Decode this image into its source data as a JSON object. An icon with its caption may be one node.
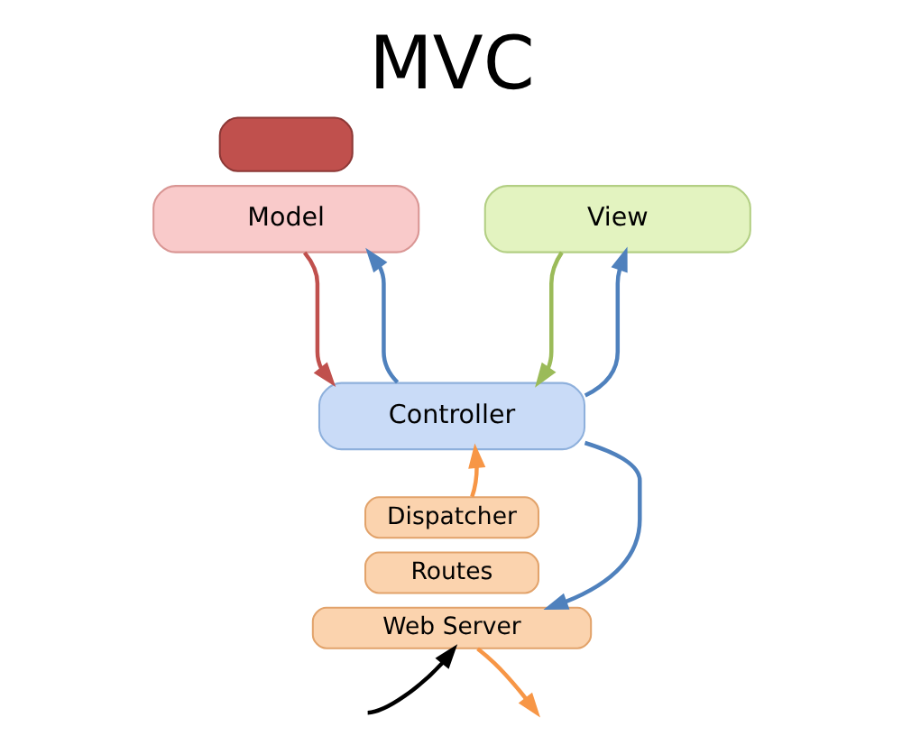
{
  "diagram": {
    "title": "MVC",
    "nodes": [
      {
        "text": [],
        "shape": "box"
      },
      {
        "text": [
          "Model"
        ]
      },
      {
        "text": [
          "View"
        ]
      },
      {
        "text": [
          "Controller"
        ]
      },
      {
        "text": [
          "Dispatcher"
        ]
      },
      {
        "text": [
          "Routes"
        ]
      },
      {
        "text": [
          "Web Server"
        ]
      }
    ],
    "edges": [
      {
        "from": 3,
        "to": 1,
        "arrow": "to",
        "color": "#4f81bd"
      },
      {
        "from": 1,
        "to": 3,
        "arrow": "to",
        "color": "#c0504d"
      },
      {
        "from": 3,
        "to": 2,
        "arrow": "to",
        "color": "#4f81bd"
      },
      {
        "from": 2,
        "to": 3,
        "arrow": "to",
        "color": "#9bbb59"
      },
      {
        "from": 4,
        "to": 3,
        "arrow": "to",
        "color": "#f79646"
      },
      {
        "from": 3,
        "to": 6,
        "arrow": "to",
        "color": "#4f81bd"
      },
      {
        "from": null,
        "to": 6,
        "arrow": "to",
        "color": "#000000"
      },
      {
        "from": 6,
        "to": null,
        "arrow": "to",
        "color": "#f79646"
      }
    ]
  }
}
